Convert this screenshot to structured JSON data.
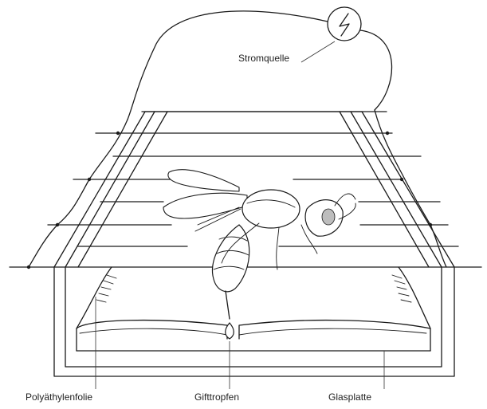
{
  "labels": {
    "power_source": "Stromquelle",
    "polyethylene_foil": "Polyäthylenfolie",
    "venom_drop": "Gifttropfen",
    "glass_plate": "Glasplatte"
  }
}
